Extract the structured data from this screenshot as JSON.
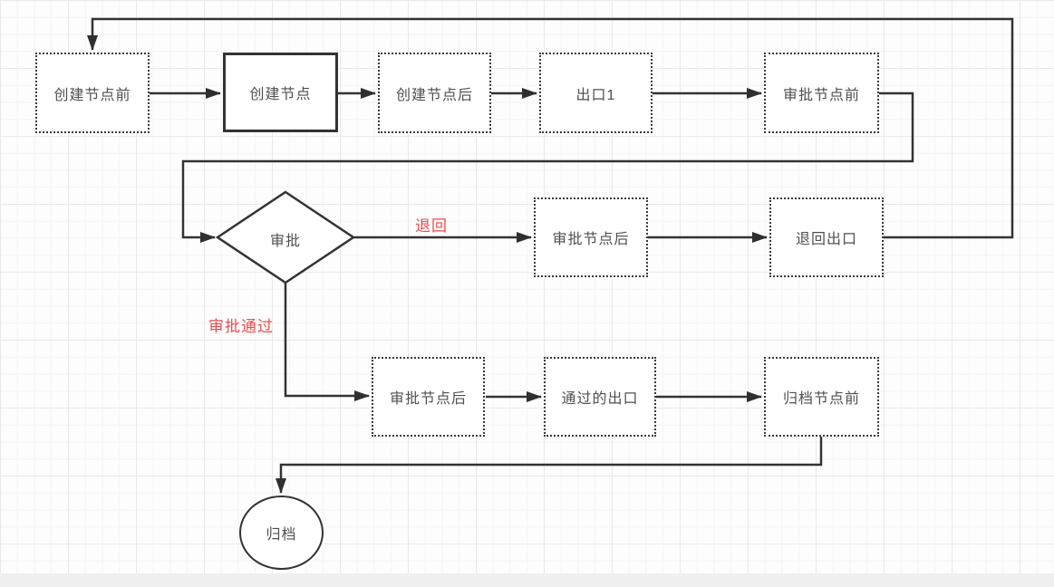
{
  "canvas": {
    "background": "#fdfdfd",
    "grid_minor_color": "#f4f4f4",
    "grid_major_color": "#e9e9e9",
    "line_color": "#333333",
    "node_text_color": "#4f4f4f",
    "edge_label_color": "#f04b4b",
    "footer_bar_color": "#f0f0f0"
  },
  "flow": {
    "nodes": [
      {
        "id": "create-before",
        "label": "创建节点前",
        "shape": "rect-dotted"
      },
      {
        "id": "create",
        "label": "创建节点",
        "shape": "rect-solid"
      },
      {
        "id": "create-after",
        "label": "创建节点后",
        "shape": "rect-dotted"
      },
      {
        "id": "exit-1",
        "label": "出口1",
        "shape": "rect-dotted"
      },
      {
        "id": "approve-before",
        "label": "审批节点前",
        "shape": "rect-dotted"
      },
      {
        "id": "approve",
        "label": "审批",
        "shape": "diamond"
      },
      {
        "id": "approve-after-reject",
        "label": "审批节点后",
        "shape": "rect-dotted"
      },
      {
        "id": "reject-exit",
        "label": "退回出口",
        "shape": "rect-dotted"
      },
      {
        "id": "approve-after-pass",
        "label": "审批节点后",
        "shape": "rect-dotted"
      },
      {
        "id": "pass-exit",
        "label": "通过的出口",
        "shape": "rect-dotted"
      },
      {
        "id": "archive-before",
        "label": "归档节点前",
        "shape": "rect-dotted"
      },
      {
        "id": "archive",
        "label": "归档",
        "shape": "circle"
      }
    ],
    "edge_labels": {
      "reject": "退回",
      "pass": "审批通过"
    }
  }
}
